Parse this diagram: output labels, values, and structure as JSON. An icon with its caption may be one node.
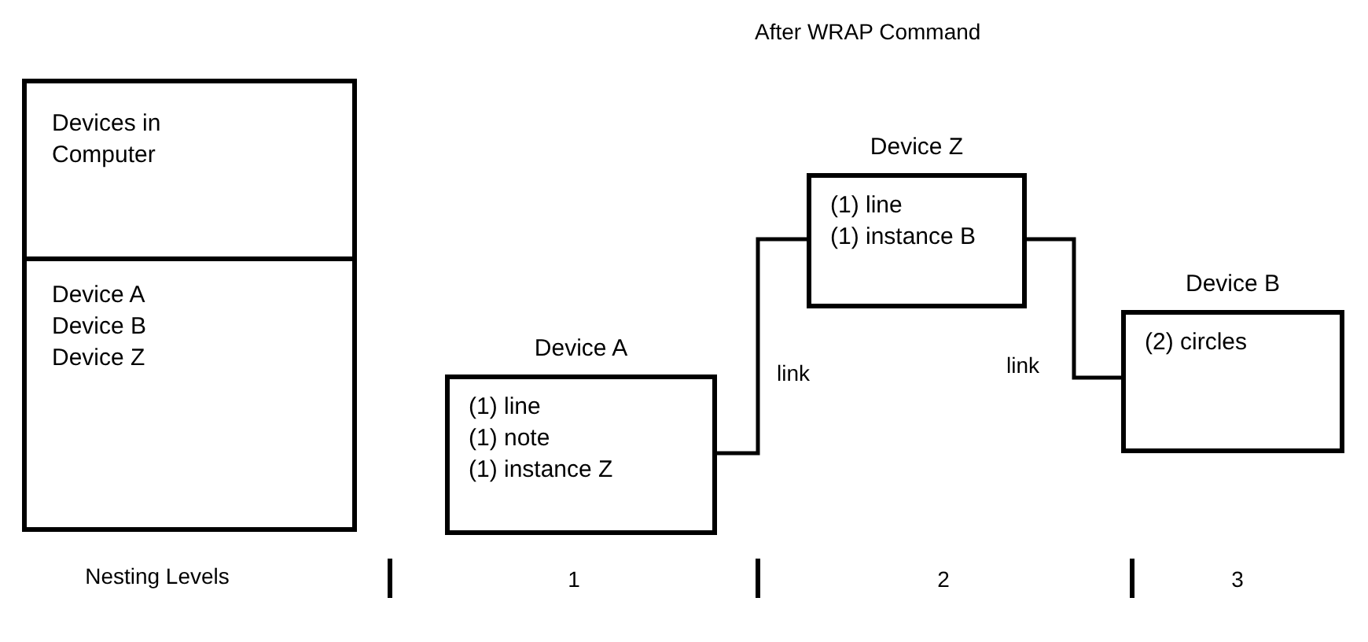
{
  "diagram": {
    "title": "After WRAP Command",
    "nodes": [
      {
        "text": [
          "Devices in Computer",
          "Device A Device B Device Z"
        ]
      },
      {
        "text": [
          "Device A",
          "(1) line",
          "(1) note",
          "(1) instance Z"
        ]
      },
      {
        "text": [
          "Device Z",
          "(1) line",
          "(1) instance B"
        ]
      },
      {
        "text": [
          "Device B",
          "(2) circles"
        ]
      }
    ],
    "edges": [
      {
        "from": 1,
        "to": 2,
        "arrow": "none",
        "label": "link"
      },
      {
        "from": 2,
        "to": 3,
        "arrow": "none",
        "label": "link"
      }
    ],
    "labels": [
      "Nesting Levels",
      "1",
      "2",
      "3"
    ]
  }
}
